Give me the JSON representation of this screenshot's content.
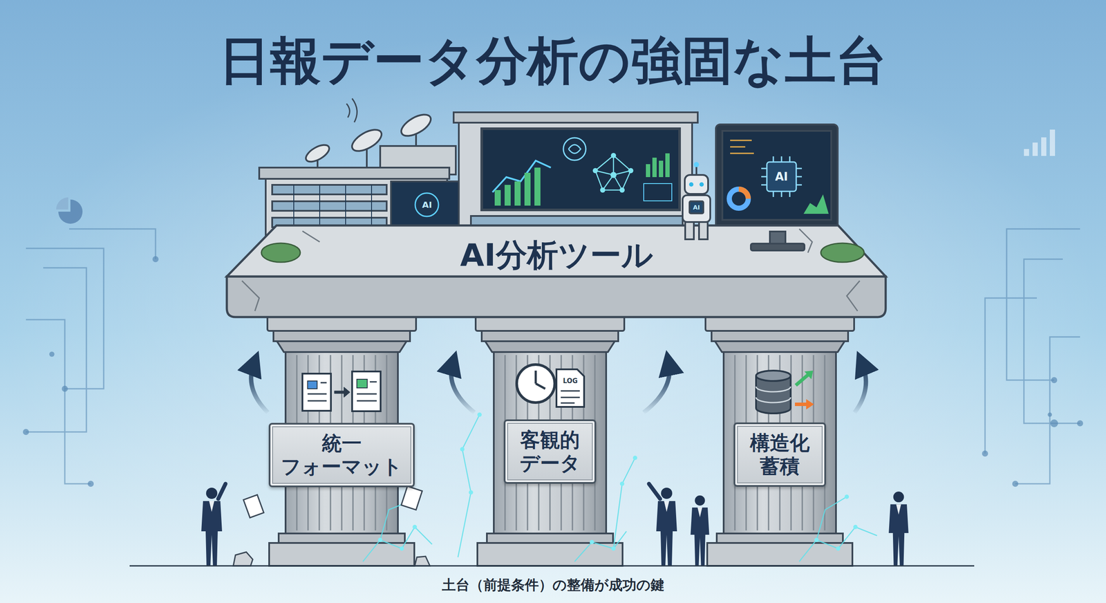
{
  "diagram": {
    "title": "日報データ分析の強固な土台",
    "caption": "土台（前提条件）の整備が成功の鍵",
    "nodes": [
      {
        "text": [
          "AI分析ツール"
        ]
      },
      {
        "text": [
          "統一 フォーマット"
        ]
      },
      {
        "text": [
          "客観的 データ"
        ]
      },
      {
        "text": [
          "構造化 蓄積"
        ]
      }
    ],
    "labels": [
      "AI",
      "AI",
      "AI",
      "LOG"
    ]
  }
}
